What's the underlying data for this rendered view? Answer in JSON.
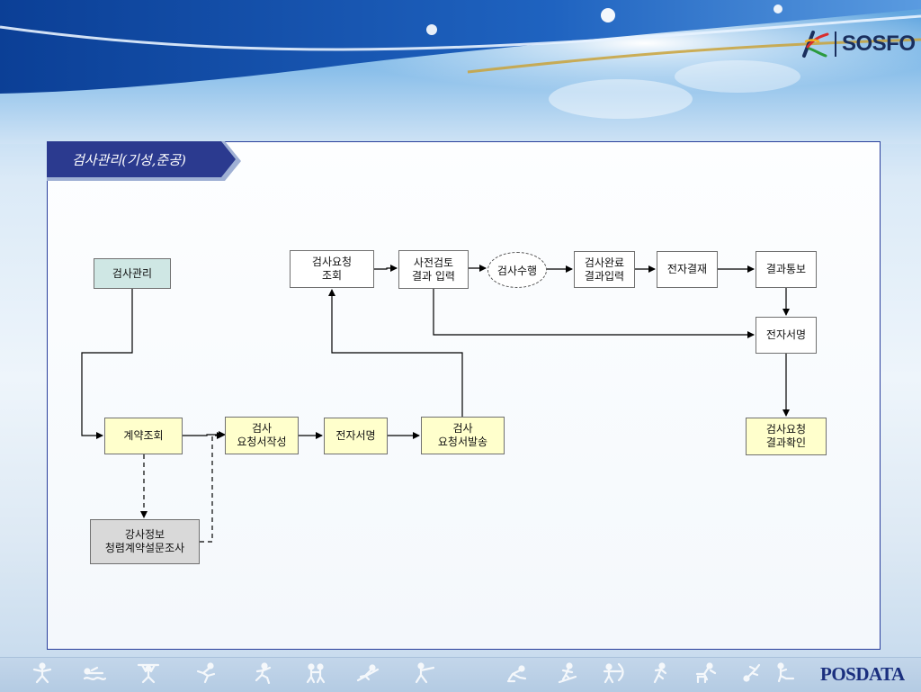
{
  "header": {
    "logo_text": "SOSFO",
    "logo_icon": "swoosh-k-logo-icon"
  },
  "page": {
    "title": "검사관리(기성,준공)"
  },
  "flow": {
    "inspection_mgmt": "검사관리",
    "request_inquiry": "검사요청\n조회",
    "pre_review": "사전검토\n결과 입력",
    "perform": "검사수행",
    "complete_input": "검사완료\n결과입력",
    "e_approval": "전자결재",
    "result_notice": "결과통보",
    "e_signature_top": "전자서명",
    "result_confirm": "검사요청\n결과확인",
    "contract_inquiry": "계약조회",
    "request_write": "검사\n요청서작성",
    "e_signature_bottom": "전자서명",
    "request_send": "검사\n요청서발송",
    "survey": "강사정보\n청렴계약설문조사"
  },
  "colors": {
    "panel_border": "#2a3f9c",
    "title_bg": "#2b3a8f",
    "box_yellow": "#ffffcc",
    "box_teal": "#cfe7e4",
    "box_gray": "#d9d9d9"
  },
  "footer": {
    "brand": "POSDATA",
    "icons": [
      "gymnastics-icon",
      "swimming-icon",
      "weightlifting-icon",
      "cycling-icon",
      "running-icon",
      "wrestling-icon",
      "rowing-icon",
      "fencing-icon",
      "speed-skating-icon",
      "skiing-icon",
      "archery-icon",
      "sprint-icon",
      "hurdles-icon",
      "diving-icon",
      "skating-icon"
    ]
  }
}
